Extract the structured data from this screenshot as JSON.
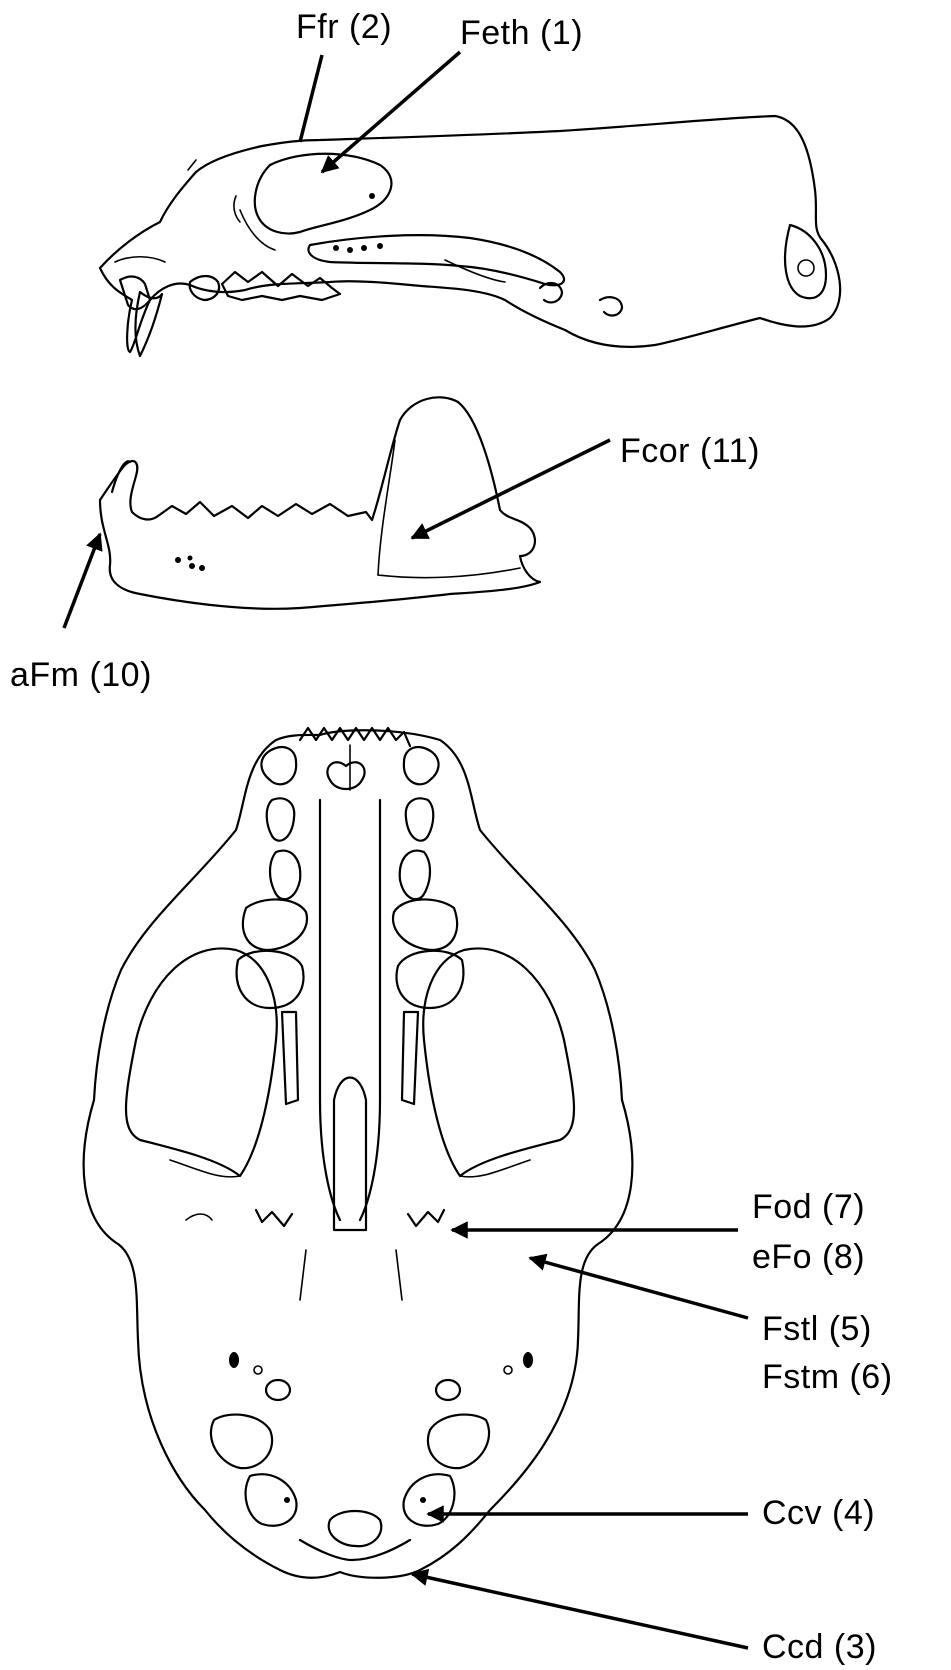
{
  "labels": {
    "ffr": "Ffr (2)",
    "feth": "Feth (1)",
    "fcor": "Fcor (11)",
    "afm": "aFm (10)",
    "fod": "Fod (7)",
    "efo": "eFo (8)",
    "fstl": "Fstl (5)",
    "fstm": "Fstm (6)",
    "ccv": "Ccv (4)",
    "ccd": "Ccd (3)"
  },
  "colors": {
    "line": "#000000",
    "background": "#ffffff"
  }
}
